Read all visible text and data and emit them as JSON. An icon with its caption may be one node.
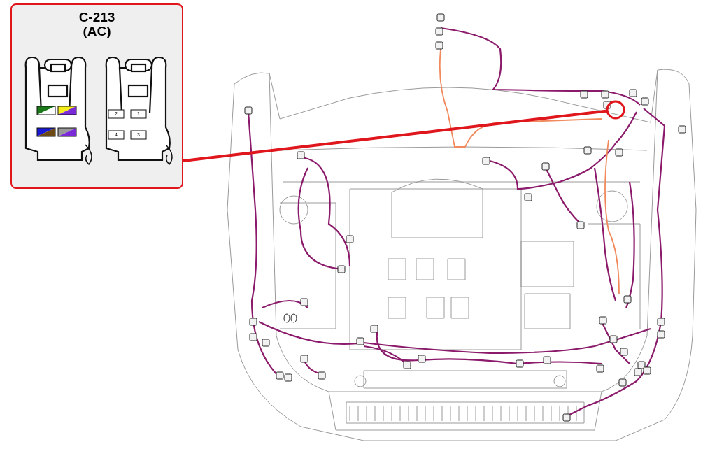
{
  "diagram": {
    "nodes": [
      {
        "text": [
          "C-213",
          "(AC)"
        ]
      },
      {
        "text": [],
        "shape": "circle"
      }
    ],
    "edges": [
      {
        "from": 0,
        "to": 1,
        "arrow": "none",
        "color": "#e0161d"
      }
    ],
    "labels": [
      "2",
      "1",
      "4",
      "3"
    ]
  }
}
